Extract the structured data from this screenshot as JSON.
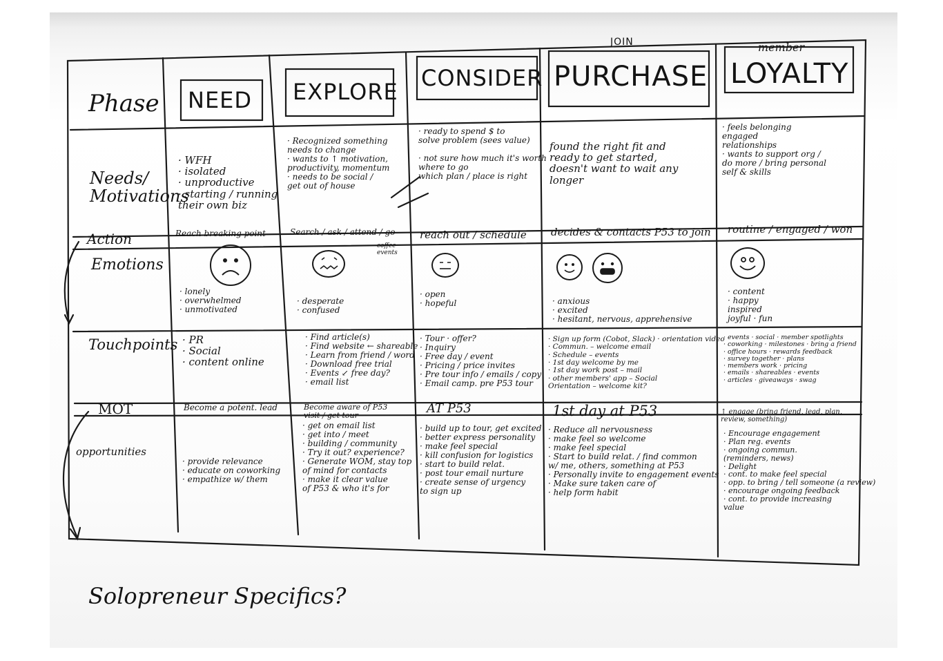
{
  "phases": [
    {
      "name": "NEED"
    },
    {
      "name": "EXPLORE"
    },
    {
      "name": "CONSIDER"
    },
    {
      "name": "PURCHASE",
      "note": "JOIN"
    },
    {
      "name": "LOYALTY",
      "note": "member"
    }
  ],
  "row_labels": {
    "phase": "Phase",
    "needs": "Needs/\nMotivations",
    "action": "Action",
    "emotions": "Emotions",
    "touchpoints": "Touchpoints",
    "mot": "MOT",
    "opportunities": "opportunities"
  },
  "needs": [
    "· WFH\n· isolated\n· unproductive\n· starting / running\n  their own biz",
    "· Recognized something\n  needs to change\n· wants to ↑ motivation,\n  productivity, momentum\n· needs to be social /\n  get out of house",
    "· ready to spend $ to\n  solve problem (sees value)\n\n· not sure how much it's worth\n  where to go\n  which plan / place is right",
    "found the right fit and\nready to get started,\ndoesn't want to wait any\nlonger",
    "· feels belonging\n  engaged\n  relationships\n· wants to support org /\n  do more / bring personal\n  self & skills"
  ],
  "actions": [
    "Reach breaking point",
    "Search / ask / attend / go",
    "reach out / schedule",
    "decides & contacts P53 to join",
    "routine / engaged / won"
  ],
  "action_note": "coffee events",
  "emotions": [
    "· lonely\n· overwhelmed\n· unmotivated",
    "· desperate\n· confused",
    "· open\n· hopeful",
    "· anxious\n· excited\n· hesitant, nervous, apprehensive",
    "· content\n· happy\n  inspired\n  joyful · fun"
  ],
  "touchpoints": [
    "· PR\n· Social\n· content online",
    "· Find article(s)\n· Find website ← shareable\n· Learn from friend / word\n· Download free trial\n· Events   ↙ free day?\n· email list",
    "· Tour      · offer?\n· Inquiry\n· Free day / event\n· Pricing / price invites\n· Pre tour info / emails / copy\n· Email camp. pre P53 tour",
    "· Sign up form (Cobot, Slack)  · orientation video\n· Commun. – welcome email\n· Schedule – events\n· 1st day welcome by me\n· 1st day work post   – mail\n· other members' app   – Social\n  Orientation            – welcome kit?",
    "· events    · social     · member spotlights\n· coworking · milestones · bring a friend\n· office hours · rewards   feedback\n· survey       together     · plans\n· members      work         · pricing\n· emails        · shareables  · events\n· articles      · giveaways   · swag"
  ],
  "mot": [
    "Become a potent. lead",
    "Become aware of P53\nvisit / get tour",
    "AT P53",
    "1st day at P53",
    "↑ engage (bring friend, lead, plan,\n  review, something)"
  ],
  "opportunities": [
    "· provide relevance\n· educate on coworking\n· empathize w/ them",
    "· get on email list\n· get into / meet\n· building / community\n· Try it out? experience?\n· Generate WOM, stay top\n  of mind for contacts\n· make it clear value\n  of P53 & who it's for",
    "· build up to tour, get excited\n· better express personality\n· make feel special\n· kill confusion for logistics\n· start to build relat.\n· post tour email nurture\n· create sense of urgency\n  to sign up",
    "· Reduce all nervousness\n· make feel so welcome\n· make feel special\n· Start to build relat. / find common\n  w/ me, others, something at P53\n· Personally invite to engagement events\n· Make sure taken care of\n· help form habit",
    "· Encourage engagement\n· Plan reg. events\n· ongoing commun.\n  (reminders, news)\n· Delight\n· cont. to make feel special\n· opp. to bring / tell someone (a review)\n· encourage ongoing feedback\n· cont. to provide increasing\n  value"
  ],
  "footer_note": "Solopreneur Specifics?"
}
